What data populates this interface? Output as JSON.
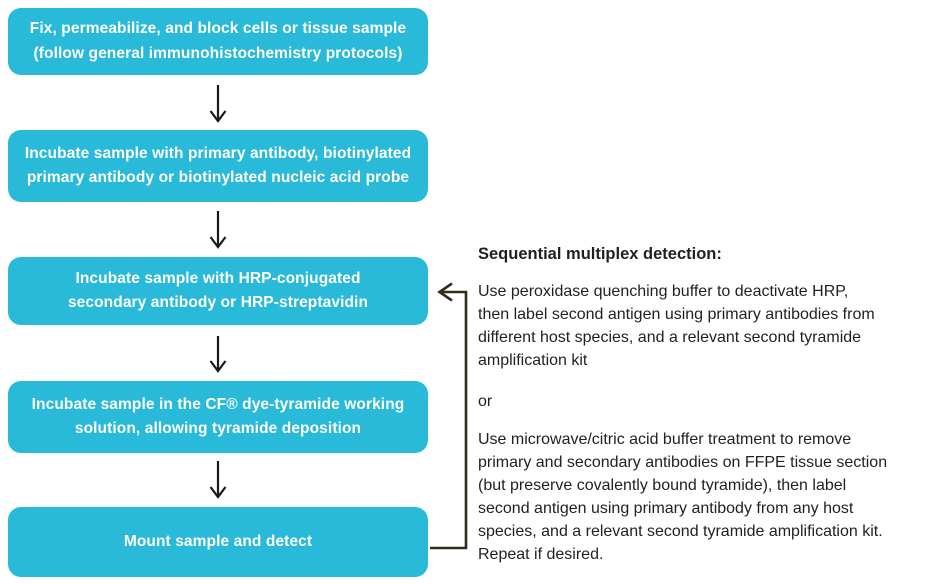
{
  "colors": {
    "box_fill": "#29b9d9",
    "box_text": "#ffffff",
    "flow_arrow": "#1a1a1a",
    "loop_arrow": "#332d18",
    "body_text": "#221f1f",
    "background": "#ffffff"
  },
  "steps": [
    {
      "label_lines": [
        "Fix, permeabilize, and block cells or tissue sample",
        "(follow general immunohistochemistry protocols)"
      ]
    },
    {
      "label_lines": [
        "Incubate sample with primary antibody, biotinylated",
        "primary antibody or biotinylated nucleic acid probe"
      ]
    },
    {
      "label_lines": [
        "Incubate sample with HRP-conjugated",
        "secondary antibody or HRP-streptavidin"
      ]
    },
    {
      "label_lines": [
        "Incubate sample in the CF® dye-tyramide working",
        "solution, allowing tyramide deposition"
      ]
    },
    {
      "label_lines": [
        "Mount sample and detect"
      ]
    }
  ],
  "sidebar": {
    "heading": "Sequential multiplex detection:",
    "option1_lines": [
      "Use peroxidase quenching buffer to deactivate HRP,",
      "then label second antigen using primary antibodies from",
      "different host species, and a relevant second tyramide",
      "amplification kit"
    ],
    "separator": "or",
    "option2_lines": [
      "Use microwave/citric acid buffer treatment to remove",
      "primary and secondary antibodies on FFPE tissue section",
      "(but preserve covalently bound tyramide), then label",
      "second antigen using primary antibody from any host",
      "species, and a relevant second tyramide amplification kit.",
      "Repeat if desired."
    ]
  }
}
